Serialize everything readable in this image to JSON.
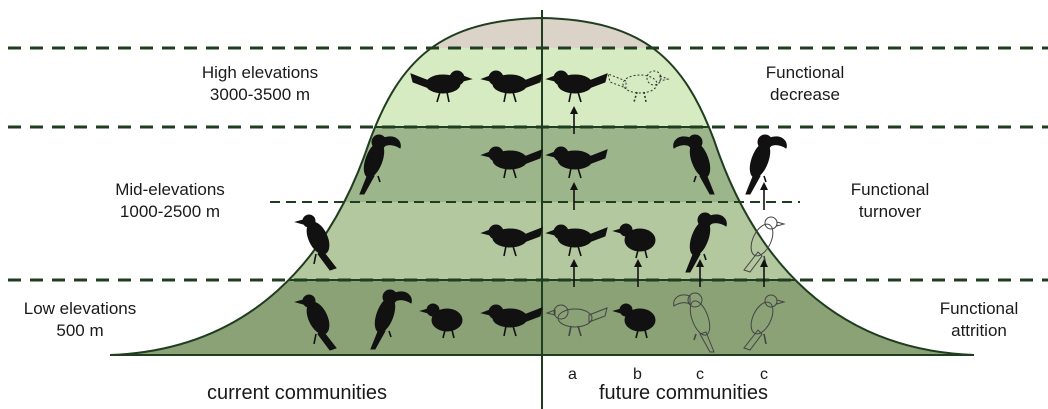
{
  "colors": {
    "summit": "#dcd3c8",
    "band_high": "#d6ebc1",
    "band_mid_upper": "#9db58a",
    "band_mid_lower": "#b4c8a0",
    "band_low": "#8aa276",
    "outline": "#1f3d1f",
    "bird": "#111111"
  },
  "zones": {
    "high": {
      "line1": "High elevations",
      "line2": "3000-3500 m"
    },
    "mid": {
      "line1": "Mid-elevations",
      "line2": "1000-2500 m"
    },
    "low": {
      "line1": "Low elevations",
      "line2": "500 m"
    }
  },
  "outcomes": {
    "decrease": {
      "line1": "Functional",
      "line2": "decrease"
    },
    "turnover": {
      "line1": "Functional",
      "line2": "turnover"
    },
    "attrition": {
      "line1": "Functional",
      "line2": "attrition"
    }
  },
  "columns": [
    "a",
    "b",
    "c",
    "c"
  ],
  "bottom": {
    "current": "current communities",
    "future": "future communities"
  },
  "icons": [
    "songbird-icon",
    "toucan-icon",
    "guan-icon",
    "tinamou-icon",
    "arrow-up-icon"
  ]
}
